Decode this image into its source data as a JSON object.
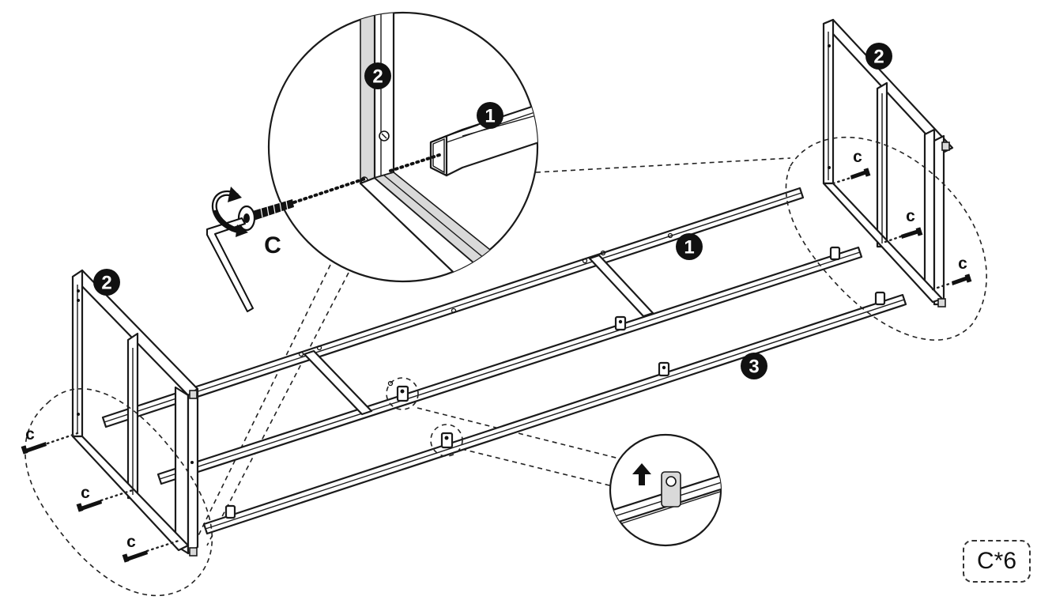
{
  "parts": {
    "part1": "1",
    "part2": "2",
    "part3": "3"
  },
  "screw_label": "C",
  "screw_label_small": "c",
  "quantity": "C*6",
  "icons": [
    "rotate-arrow-icon",
    "allen-key-icon",
    "up-arrow-icon"
  ]
}
